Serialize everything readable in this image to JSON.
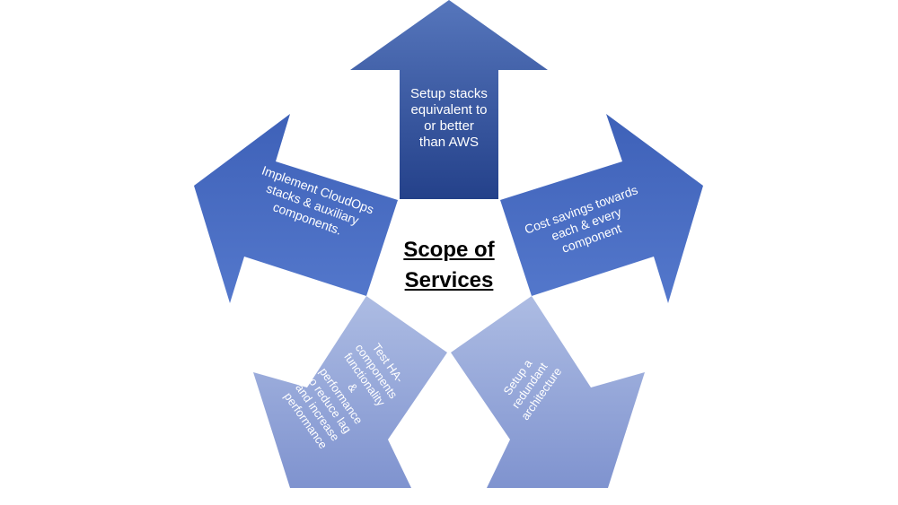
{
  "center": {
    "line1": "Scope of",
    "line2": "Services"
  },
  "arrows": {
    "top": "Setup stacks\nequivalent to\nor better\nthan AWS",
    "left": "Implement CloudOps\nstacks & auxiliary\ncomponents.",
    "right": "Cost savings towards\neach & every\ncomponent",
    "bottom_left": "Test HA-\ncomponents\nfunctionality\n&\nperformance\nto reduce lag\nand increase\nperformance",
    "bottom_right": "Setup a\nredundant\narchitecture"
  },
  "colors": {
    "dark_blue": "#2E4B8E",
    "mid_blue": "#4A6CC4",
    "light_blue": "#A7B6DE"
  }
}
